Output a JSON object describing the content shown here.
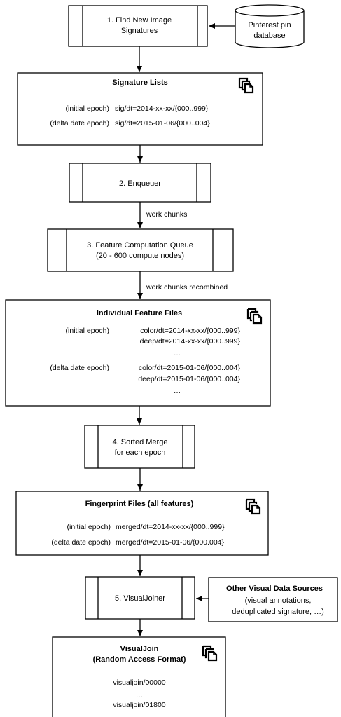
{
  "process1": {
    "label_line1": "1. Find New Image",
    "label_line2": "Signatures"
  },
  "pinterest_db": {
    "line1": "Pinterest pin",
    "line2": "database"
  },
  "signature_lists": {
    "title": "Signature Lists",
    "rows": [
      {
        "epoch": "(initial epoch)",
        "path": "sig/dt=2014-xx-xx/{000..999}"
      },
      {
        "epoch": "(delta date epoch)",
        "path": "sig/dt=2015-01-06/{000..004}"
      }
    ]
  },
  "process2": {
    "label": "2.  Enqueuer"
  },
  "edge_work_chunks": "work chunks",
  "process3": {
    "label_line1": "3. Feature Computation Queue",
    "label_line2": "(20 - 600 compute nodes)"
  },
  "edge_work_chunks_recombined": "work chunks recombined",
  "feature_files": {
    "title": "Individual Feature Files",
    "initial_epoch": "(initial epoch)",
    "initial_paths": [
      "color/dt=2014-xx-xx/{000..999}",
      "deep/dt=2014-xx-xx/{000..999}"
    ],
    "ellipsis1": "…",
    "delta_epoch": "(delta date epoch)",
    "delta_paths": [
      "color/dt=2015-01-06/{000..004}",
      "deep/dt=2015-01-06/{000..004}"
    ],
    "ellipsis2": "…"
  },
  "process4": {
    "label_line1": "4. Sorted Merge",
    "label_line2": "for each epoch"
  },
  "fingerprint_files": {
    "title": "Fingerprint Files (all features)",
    "rows": [
      {
        "epoch": "(initial epoch)",
        "path": "merged/dt=2014-xx-xx/{000..999}"
      },
      {
        "epoch": "(delta date epoch)",
        "path": "merged/dt=2015-01-06/{000.004}"
      }
    ]
  },
  "process5": {
    "label": "5. VisualJoiner"
  },
  "other_sources": {
    "title": "Other Visual Data Sources",
    "line2": "(visual annotations,",
    "line3": "deduplicated signature, …)"
  },
  "visualjoin": {
    "title_line1": "VisualJoin",
    "title_line2": "(Random Access Format)",
    "path1": "visualjoin/00000",
    "ellipsis": "…",
    "path2": "visualjoin/01800"
  },
  "icons": {
    "document_stack": "multiple-documents-icon"
  }
}
